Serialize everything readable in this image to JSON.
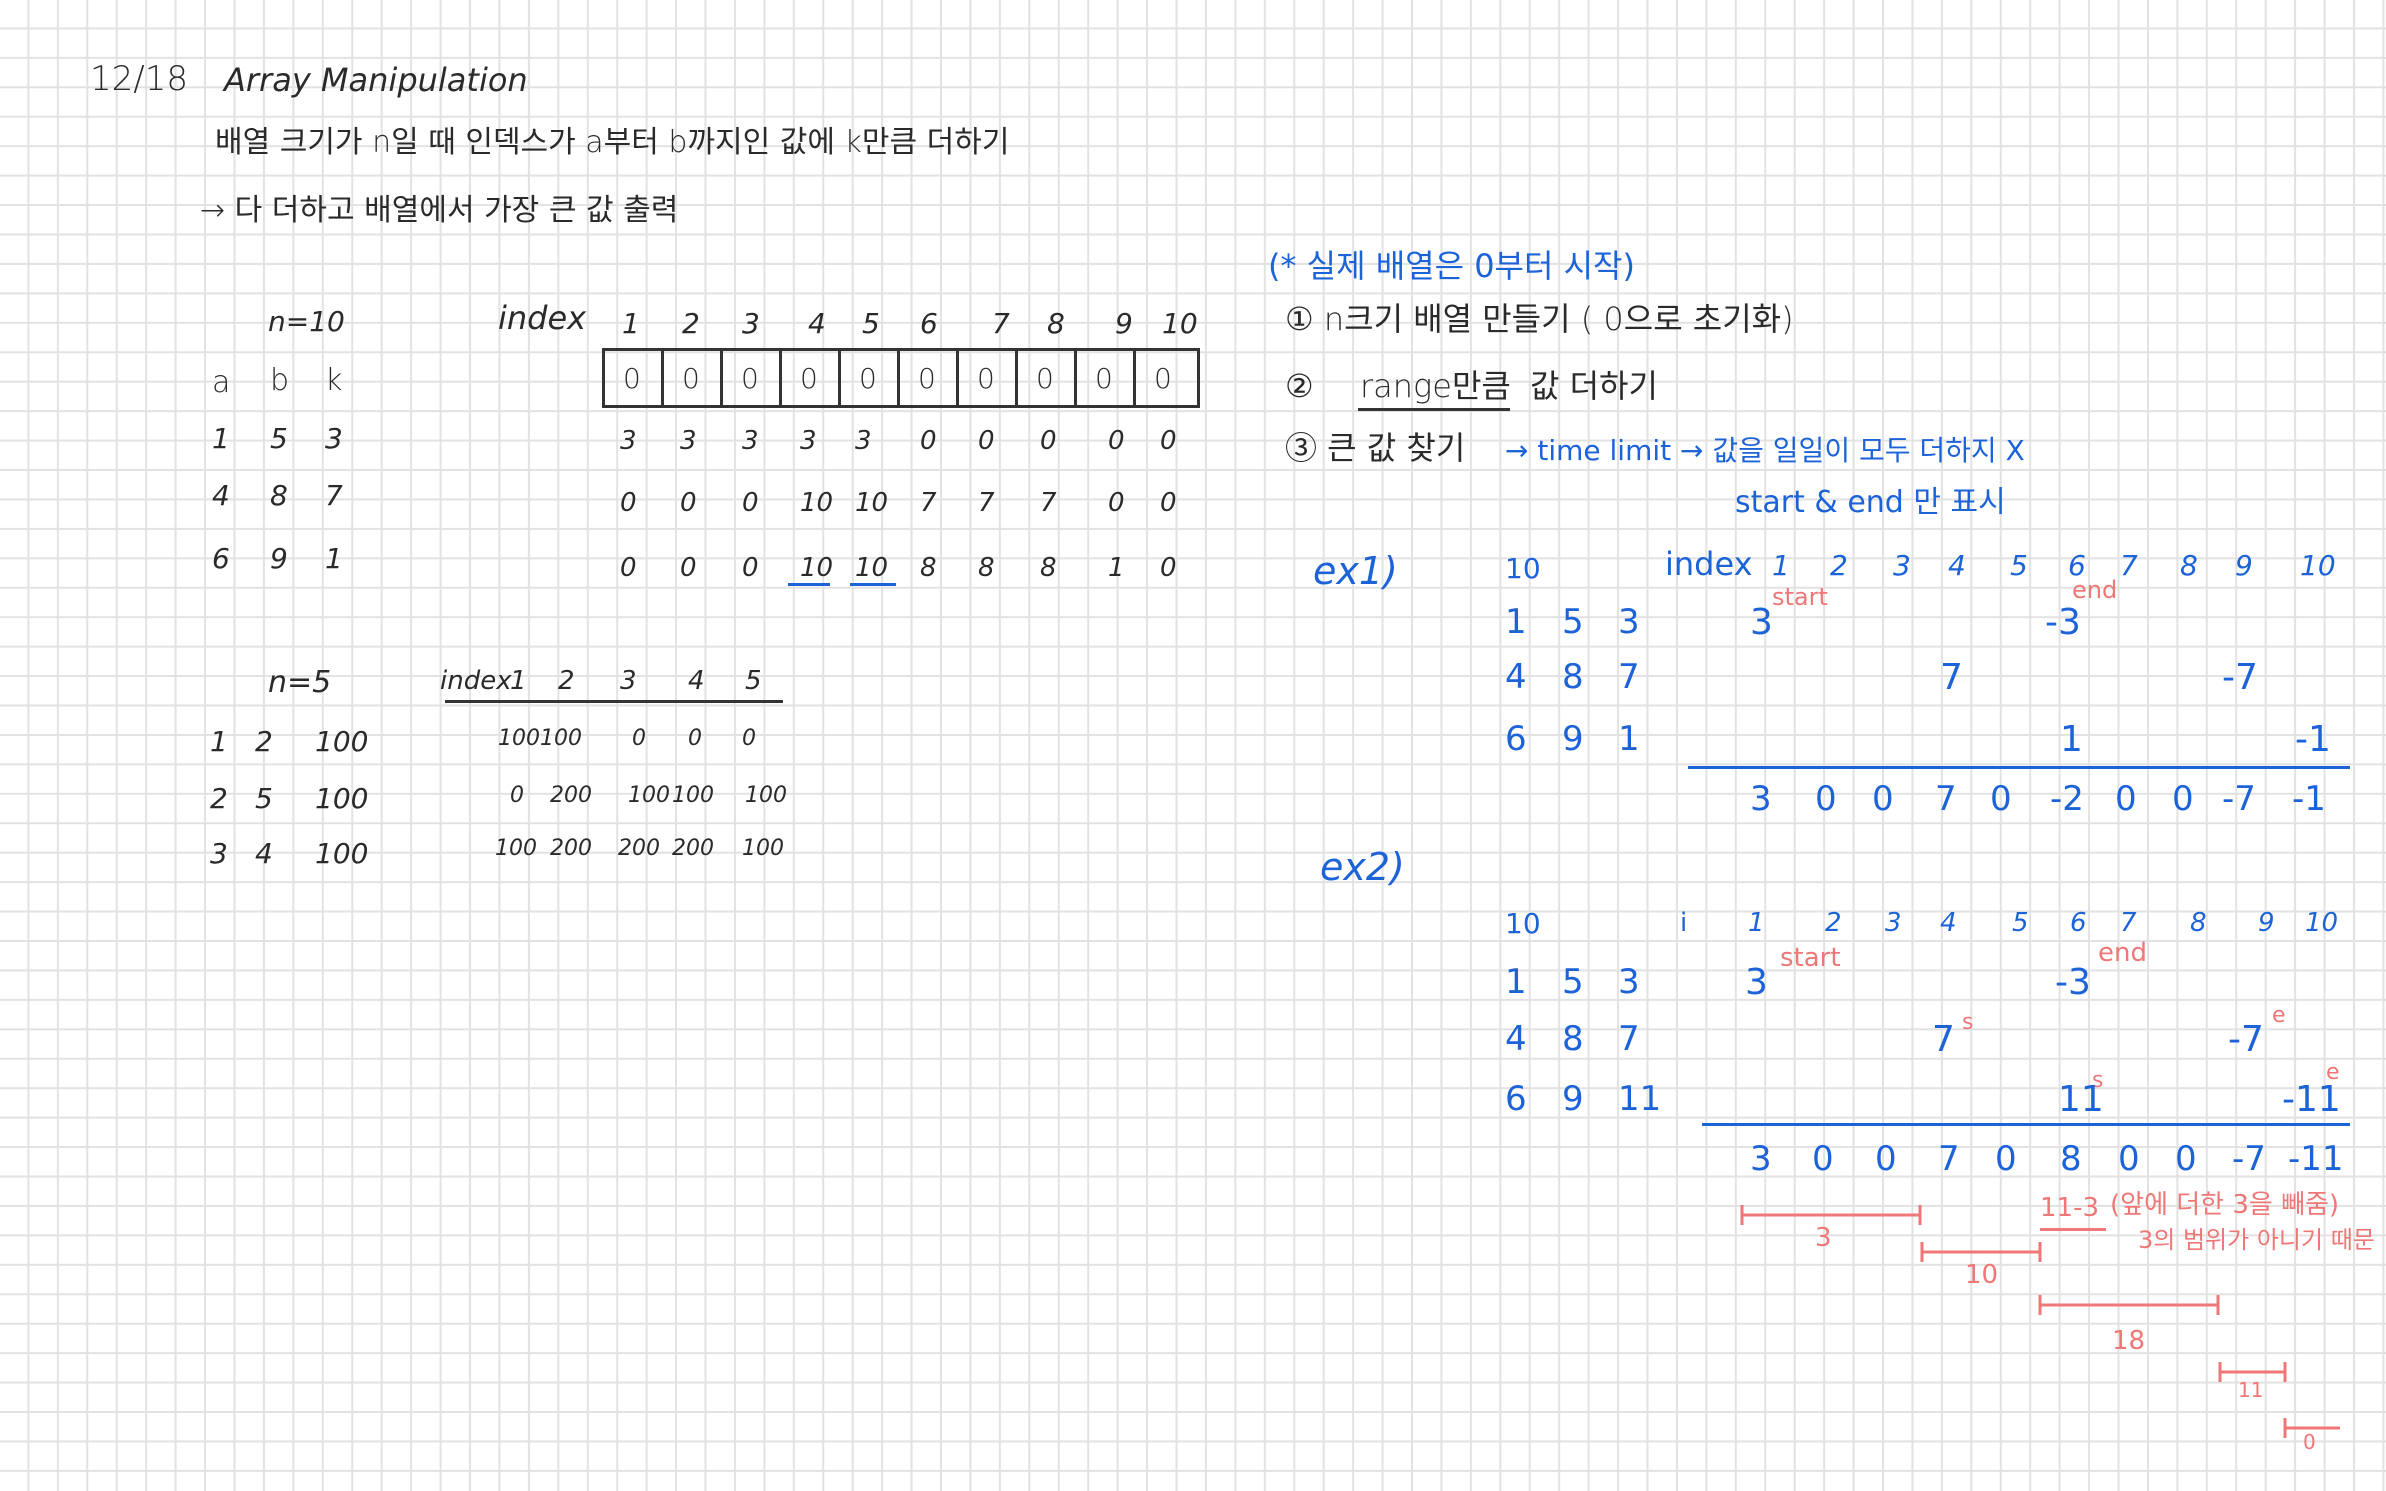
{
  "header": {
    "date": "12/18",
    "title": "Array Manipulation",
    "line1": "배열 크기가  n일 때   인덱스가 a부터 b까지인 값에  k만큼 더하기",
    "line2": "→ 다 더하고 배열에서  가장 큰 값 출력"
  },
  "ex1_left": {
    "n_label": "n=10",
    "index_label": "index",
    "indexes": [
      "1",
      "2",
      "3",
      "4",
      "5",
      "6",
      "7",
      "8",
      "9",
      "10"
    ],
    "abk_header": [
      "a",
      "b",
      "k"
    ],
    "queries": [
      [
        "1",
        "5",
        "3"
      ],
      [
        "4",
        "8",
        "7"
      ],
      [
        "6",
        "9",
        "1"
      ]
    ],
    "initial": [
      "0",
      "0",
      "0",
      "0",
      "0",
      "0",
      "0",
      "0",
      "0",
      "0"
    ],
    "rows": [
      [
        "3",
        "3",
        "3",
        "3",
        "3",
        "0",
        "0",
        "0",
        "0",
        "0"
      ],
      [
        "0",
        "0",
        "0",
        "10",
        "10",
        "7",
        "7",
        "7",
        "0",
        "0"
      ],
      [
        "0",
        "0",
        "0",
        "10",
        "10",
        "8",
        "8",
        "8",
        "1",
        "0"
      ]
    ]
  },
  "ex2_left": {
    "n_label": "n=5",
    "index_label": "index",
    "indexes": [
      "1",
      "2",
      "3",
      "4",
      "5"
    ],
    "queries": [
      [
        "1",
        "2",
        "100"
      ],
      [
        "2",
        "5",
        "100"
      ],
      [
        "3",
        "4",
        "100"
      ]
    ],
    "rows": [
      [
        "100",
        "100",
        "0",
        "0",
        "0"
      ],
      [
        "0",
        "200",
        "100",
        "100",
        "100"
      ],
      [
        "100",
        "200",
        "200",
        "200",
        "100"
      ]
    ]
  },
  "notes": {
    "title": "(* 실제 배열은 0부터 시작)",
    "step1": "① n크기 배열 만들기 ( 0으로 초기화)",
    "step2_num": "②",
    "step2_a": "range만큼",
    "step2_b": "값 더하기",
    "step3": "③ 큰 값 찾기",
    "arrow_note": "→ time limit → 값을 일일이 모두 더하지 X",
    "arrow_note2": "start & end 만 표시"
  },
  "ex1": {
    "label": "ex1)",
    "n": "10",
    "index_label": "index",
    "indexes": [
      "1",
      "2",
      "3",
      "4",
      "5",
      "6",
      "7",
      "8",
      "9",
      "10"
    ],
    "start_label": "start",
    "end_label": "end",
    "queries": [
      [
        "1",
        "5",
        "3"
      ],
      [
        "4",
        "8",
        "7"
      ],
      [
        "6",
        "9",
        "1"
      ]
    ],
    "marks": [
      [
        "3",
        "-3"
      ],
      [
        "7",
        "-7"
      ],
      [
        "1",
        "-1"
      ]
    ],
    "result": [
      "3",
      "0",
      "0",
      "7",
      "0",
      "-2",
      "0",
      "0",
      "-7",
      "-1"
    ]
  },
  "ex2": {
    "label": "ex2)",
    "n": "10",
    "i_label": "i",
    "indexes": [
      "1",
      "2",
      "3",
      "4",
      "5",
      "6",
      "7",
      "8",
      "9",
      "10"
    ],
    "start_label": "start",
    "end_label": "end",
    "s_label": "s",
    "e_label": "e",
    "queries": [
      [
        "1",
        "5",
        "3"
      ],
      [
        "4",
        "8",
        "7"
      ],
      [
        "6",
        "9",
        "11"
      ]
    ],
    "marks": [
      [
        "3",
        "-3"
      ],
      [
        "7",
        "-7"
      ],
      [
        "11",
        "-11"
      ]
    ],
    "result": [
      "3",
      "0",
      "0",
      "7",
      "0",
      "8",
      "0",
      "0",
      "-7",
      "-11"
    ],
    "calc": "11-3",
    "note1": "(앞에 더한 3을 빼줌)",
    "note2": "3의 범위가 아니기 때문",
    "ranges": [
      "3",
      "10",
      "18",
      "11",
      "0"
    ]
  }
}
